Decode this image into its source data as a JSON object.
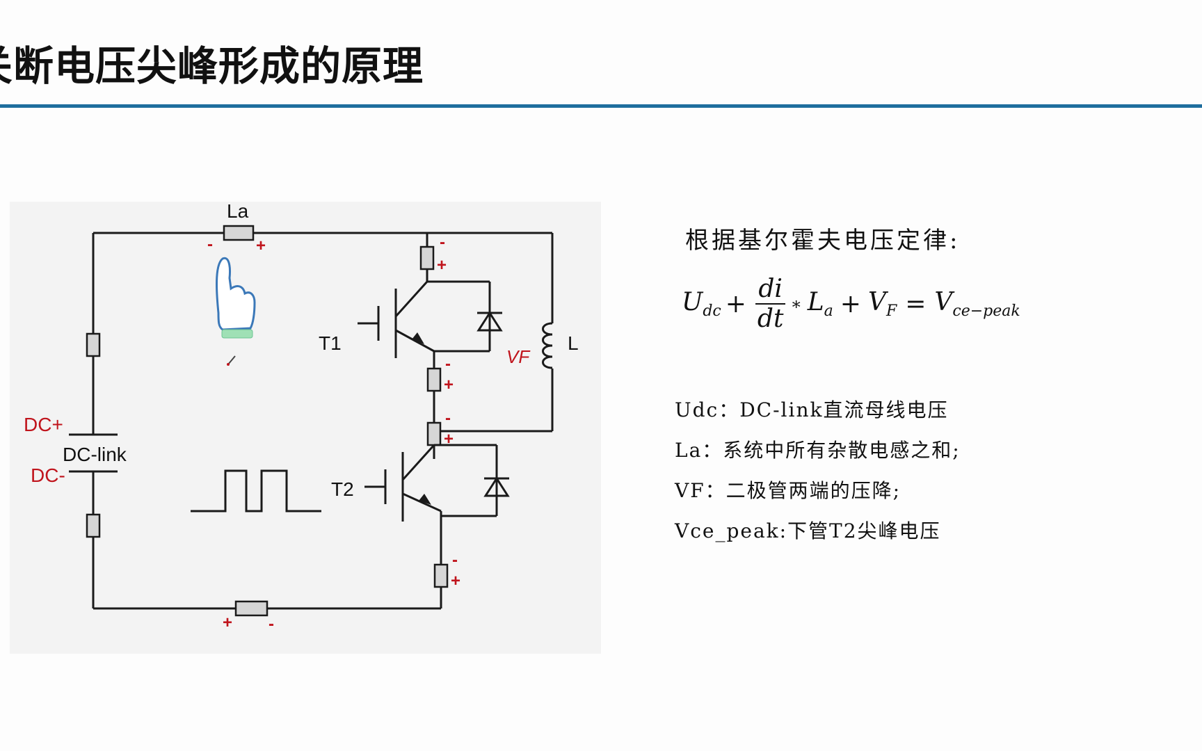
{
  "title": "关断电压尖峰形成的原理",
  "diagram": {
    "labels": {
      "La": "La",
      "L": "L",
      "T1": "T1",
      "T2": "T2",
      "dc_plus": "DC+",
      "dc_link": "DC-link",
      "dc_minus": "DC-",
      "vf": "VF"
    },
    "signs": {
      "minus": "-",
      "plus": "+"
    },
    "colors": {
      "wire": "#1a1a1a",
      "resistor_fill": "#d6d6d6",
      "annotation": "#c0141c",
      "hand": "#3b78b8",
      "cuff": "#9fe0b5"
    }
  },
  "kvl": {
    "heading": "根据基尔霍夫电压定律:",
    "equation": {
      "udc": "U",
      "udc_sub": "dc",
      "plus1": "+",
      "num": "di",
      "den": "dt",
      "star": "∗",
      "la": "L",
      "la_sub": "a",
      "plus2": "+",
      "vf": "V",
      "vf_sub": "F",
      "eq": "=",
      "vce": "V",
      "vce_sub": "ce−peak"
    },
    "definitions": [
      "Udc：DC-link直流母线电压",
      "La：系统中所有杂散电感之和;",
      "VF：二极管两端的压降;",
      "Vce_peak:下管T2尖峰电压"
    ]
  }
}
